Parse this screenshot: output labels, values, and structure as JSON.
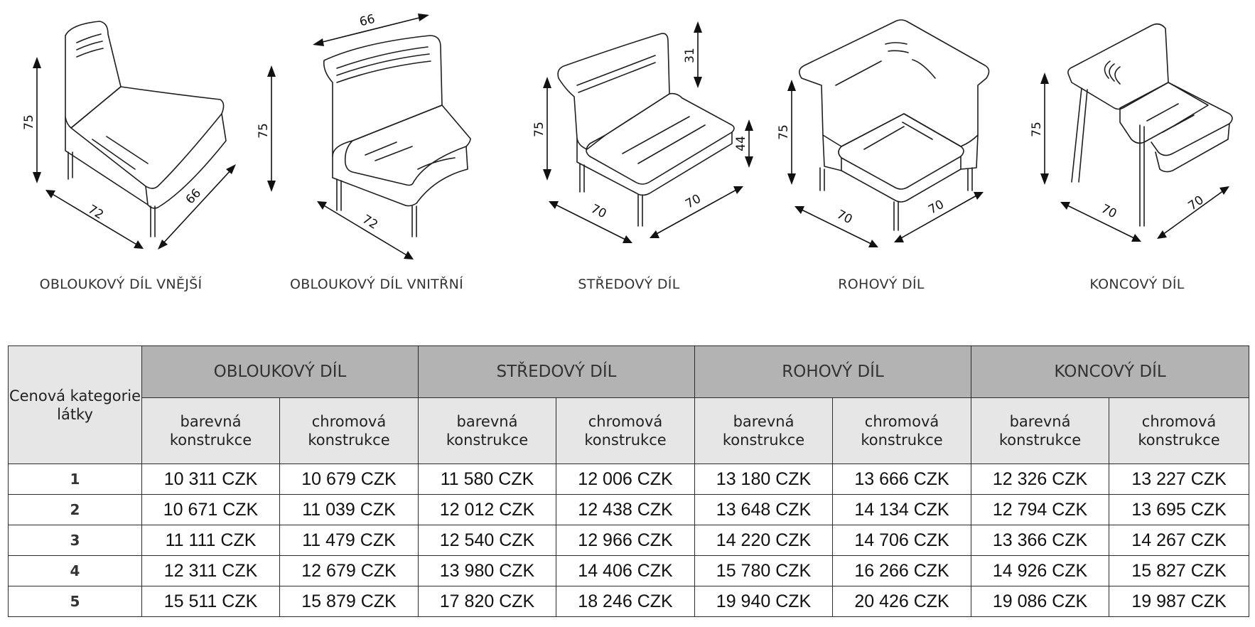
{
  "products": [
    {
      "name": "OBLOUKOVÝ DÍL VNĚJŠÍ",
      "height": "75",
      "width": "72",
      "depth": "66"
    },
    {
      "name": "OBLOUKOVÝ DÍL VNITŘNÍ",
      "height": "75",
      "width": "72",
      "top_width": "66"
    },
    {
      "name": "STŘEDOVÝ DÍL",
      "height": "75",
      "backrest": "31",
      "seat": "44",
      "width": "70",
      "depth": "70"
    },
    {
      "name": "ROHOVÝ DÍL",
      "height": "75",
      "width": "70",
      "depth": "70"
    },
    {
      "name": "KONCOVÝ DÍL",
      "height": "75",
      "width": "70",
      "depth": "70"
    }
  ],
  "table": {
    "category_header": "Cenová kategorie látky",
    "groups": [
      "OBLOUKOVÝ DÍL",
      "STŘEDOVÝ DÍL",
      "ROHOVÝ DÍL",
      "KONCOVÝ DÍL"
    ],
    "sub_headers": [
      "barevná konstrukce",
      "chromová konstrukce"
    ],
    "rows": [
      {
        "category": "1",
        "prices": [
          "10 311 CZK",
          "10 679 CZK",
          "11 580 CZK",
          "12 006 CZK",
          "13 180 CZK",
          "13 666 CZK",
          "12 326 CZK",
          "13 227 CZK"
        ]
      },
      {
        "category": "2",
        "prices": [
          "10 671 CZK",
          "11 039 CZK",
          "12 012 CZK",
          "12 438 CZK",
          "13 648 CZK",
          "14 134 CZK",
          "12 794 CZK",
          "13 695 CZK"
        ]
      },
      {
        "category": "3",
        "prices": [
          "11 111 CZK",
          "11 479 CZK",
          "12 540 CZK",
          "12 966 CZK",
          "14 220 CZK",
          "14 706 CZK",
          "13 366 CZK",
          "14 267 CZK"
        ]
      },
      {
        "category": "4",
        "prices": [
          "12 311 CZK",
          "12 679 CZK",
          "13 980 CZK",
          "14 406 CZK",
          "15 780 CZK",
          "16 266 CZK",
          "14 926 CZK",
          "15 827 CZK"
        ]
      },
      {
        "category": "5",
        "prices": [
          "15 511 CZK",
          "15 879 CZK",
          "17 820 CZK",
          "18 246 CZK",
          "19 940 CZK",
          "20 426 CZK",
          "19 086 CZK",
          "19 987 CZK"
        ]
      }
    ]
  },
  "colors": {
    "group_header_bg": "#b3b3b3",
    "sub_header_bg": "#e6e6e6",
    "border": "#2b2b2b"
  }
}
